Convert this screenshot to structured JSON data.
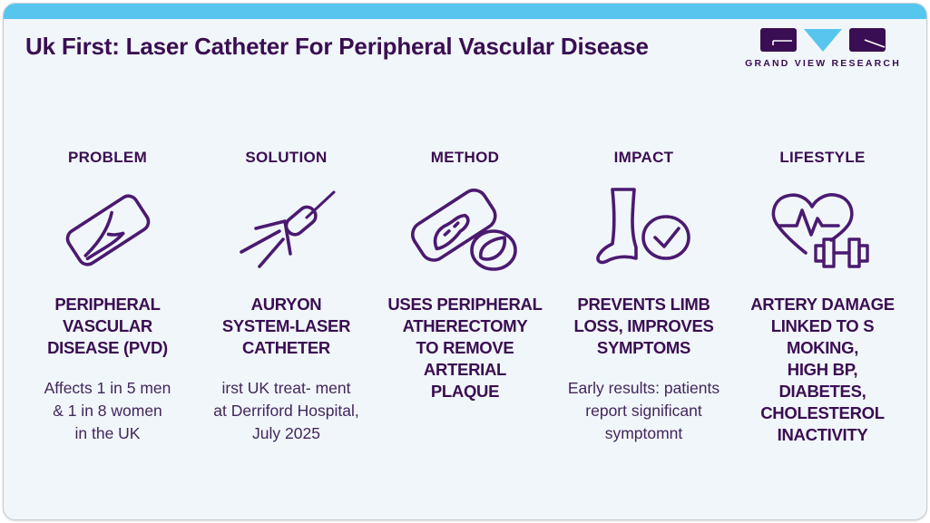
{
  "page": {
    "title": "Uk First: Laser Catheter For Peripheral Vascular Disease",
    "accent_color": "#57c6ee",
    "text_color": "#3a0e52"
  },
  "logo": {
    "brand": "GRAND VIEW RESEARCH",
    "shapes": [
      "g-block",
      "v-triangle",
      "r-block"
    ]
  },
  "columns": [
    {
      "header": "PROBLEM",
      "icon": "artery-cross-section-icon",
      "statement": "PERIPHERAL\nVASCULAR\nDISEASE (PVD)",
      "detail": "Affects 1 in 5 men\n& 1 in 8 women\nin the UK"
    },
    {
      "header": "SOLUTION",
      "icon": "laser-catheter-icon",
      "statement": "AURYON\nSYSTEM-LASER\nCATHETER",
      "detail": "irst UK treat- ment\nat Derriford Hospital,\nJuly 2025"
    },
    {
      "header": "METHOD",
      "icon": "plaque-removal-icon",
      "statement": "USES PERIPHERAL\nATHERECTOMY\nTO REMOVE\nARTERIAL\nPLAQUE",
      "detail": ""
    },
    {
      "header": "IMPACT",
      "icon": "limb-check-icon",
      "statement": "PREVENTS LIMB\nLOSS, IMPROVES\nSYMPTOMS",
      "detail": "Early results: patients\nreport significant\nsymptomnt"
    },
    {
      "header": "LIFESTYLE",
      "icon": "heart-dumbbell-icon",
      "statement": "ARTERY DAMAGE\nLINKED TO S\nMOKING,\nHIGH BP,\nDIABETES,\nCHOLESTEROL\nINACTIVITY",
      "detail": ""
    }
  ]
}
